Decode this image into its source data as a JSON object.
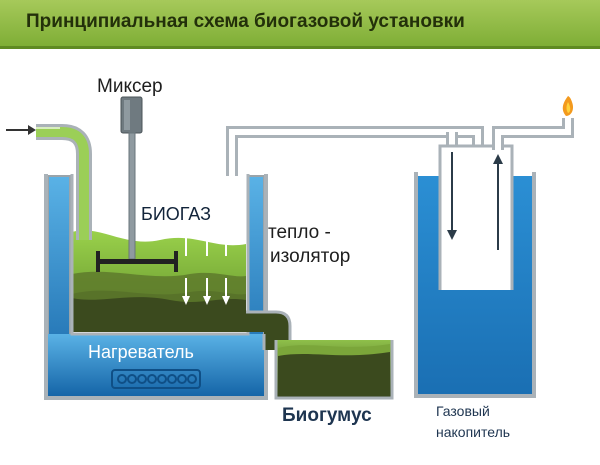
{
  "header": {
    "title": "Принципиальная схема биогазовой установки"
  },
  "labels": {
    "mixer": "Миксер",
    "biogas": "БИОГАЗ",
    "insulator_line1": "тепло -",
    "insulator_line2": "изолятор",
    "heater": "Нагреватель",
    "biohumus": "Биогумус",
    "gas_holder_line1": "Газовый",
    "gas_holder_line2": "накопитель"
  },
  "colors": {
    "header_green": "#8ab83f",
    "water_blue": "#1a73b8",
    "slurry_green": "#7cbf3a",
    "sludge_dark": "#3b4a1e",
    "pipe_gray": "#b9c1c6",
    "flame": "#f39a1e"
  }
}
